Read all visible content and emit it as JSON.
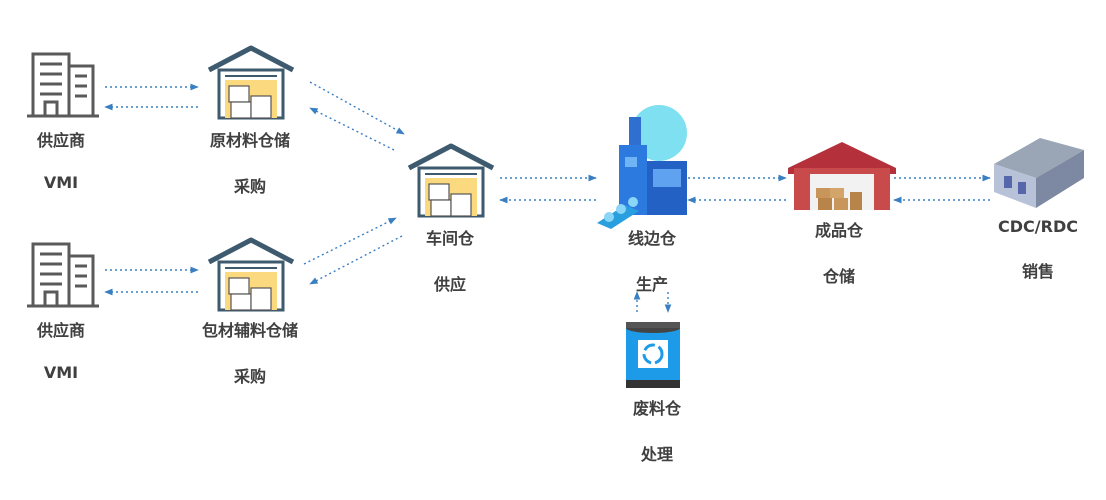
{
  "colors": {
    "arrow": "#3a7fc2",
    "text": "#404040"
  },
  "nodes": {
    "supplier1": {
      "label": "供应商",
      "sub": "VMI",
      "icon": "office-building-icon"
    },
    "supplier2": {
      "label": "供应商",
      "sub": "VMI",
      "icon": "office-building-icon"
    },
    "raw_material": {
      "label": "原材料仓储",
      "sub": "采购",
      "icon": "warehouse-icon"
    },
    "packaging": {
      "label": "包材辅料仓储",
      "sub": "采购",
      "icon": "warehouse-icon"
    },
    "workshop": {
      "label": "车间仓",
      "sub": "供应",
      "icon": "warehouse-icon"
    },
    "line_side": {
      "label": "线边仓",
      "sub": "生产",
      "icon": "factory-icon"
    },
    "waste": {
      "label": "废料仓",
      "sub": "处理",
      "icon": "recycle-bin-icon"
    },
    "finished": {
      "label": "成品仓",
      "sub": "仓储",
      "icon": "red-warehouse-icon"
    },
    "cdc": {
      "label": "CDC/RDC",
      "sub": "销售",
      "icon": "distribution-center-icon"
    }
  }
}
